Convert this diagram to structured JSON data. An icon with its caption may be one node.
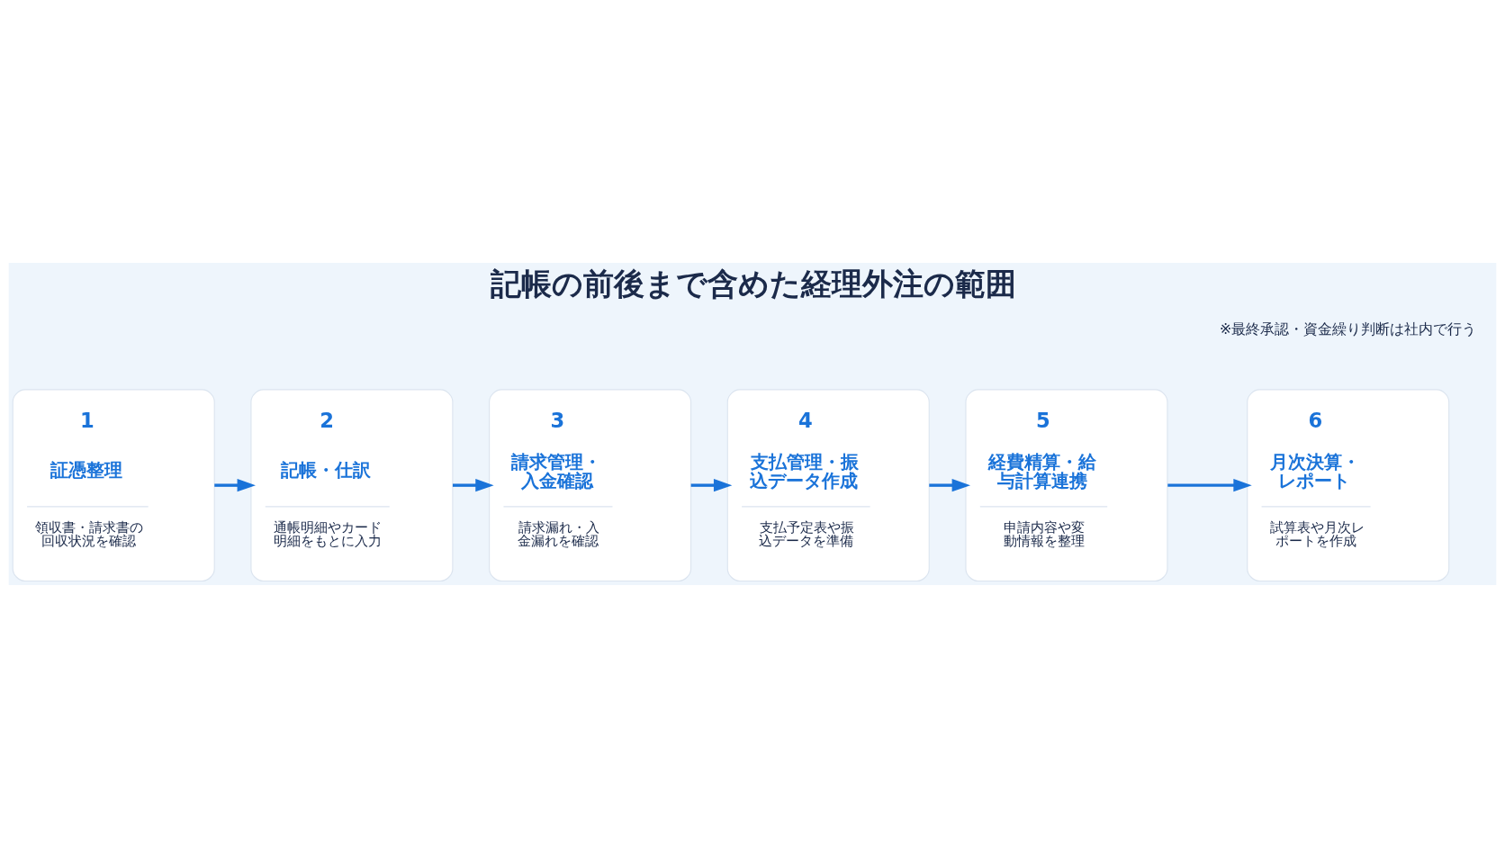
{
  "diagram": {
    "title": "記帳の前後まで含めた経理外注の範囲",
    "nodes": [
      {
        "text": [
          "1",
          "証憑整理",
          "領収書・請求書の回収状況を確認"
        ]
      },
      {
        "text": [
          "2",
          "記帳・仕訳",
          "通帳明細やカード明細をもとに入力"
        ]
      },
      {
        "text": [
          "3",
          "請求管理・入金確認",
          "請求漏れ・入金漏れを確認"
        ]
      },
      {
        "text": [
          "4",
          "支払管理・振込データ作成",
          "支払予定表や振込データを準備"
        ]
      },
      {
        "text": [
          "5",
          "経費精算・給与計算連携",
          "申請内容や変動情報を整理"
        ]
      },
      {
        "text": [
          "6",
          "月次決算・レポート",
          "試算表や月次レポートを作成"
        ]
      }
    ],
    "edges": [
      {
        "from": 0,
        "to": 1,
        "arrow": "to"
      },
      {
        "from": 1,
        "to": 2,
        "arrow": "to"
      },
      {
        "from": 2,
        "to": 3,
        "arrow": "to"
      },
      {
        "from": 3,
        "to": 4,
        "arrow": "to"
      },
      {
        "from": 4,
        "to": 5,
        "arrow": "to"
      }
    ],
    "labels": [
      "※最終承認・資金繰り判断は社内で行う"
    ]
  }
}
